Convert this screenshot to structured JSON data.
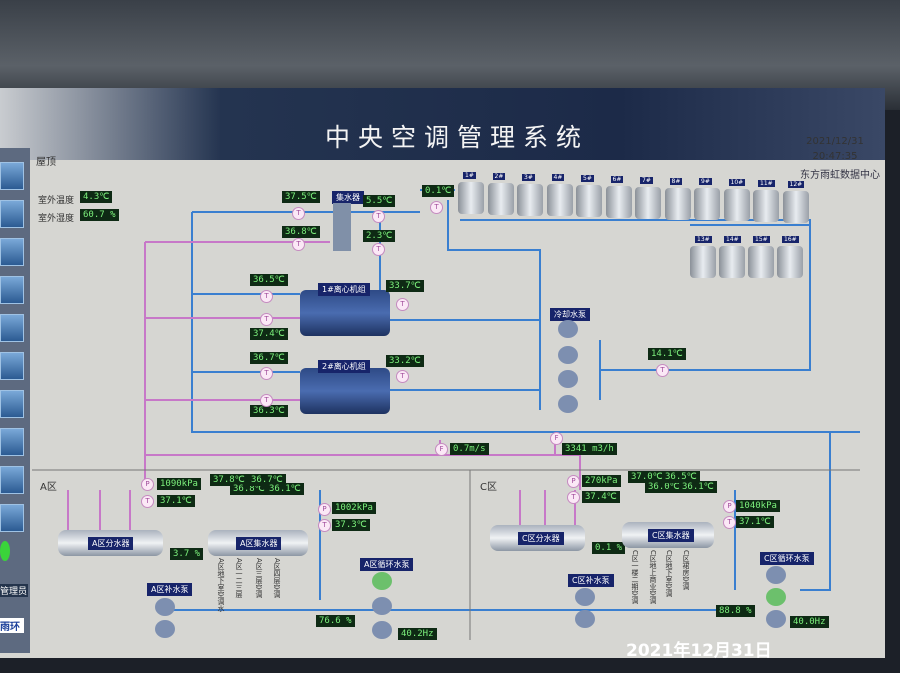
{
  "header": {
    "title": "中央空调管理系统",
    "date": "2021/12/31",
    "time": "20:47:35",
    "site": "东方雨虹数据中心"
  },
  "roof": {
    "label": "屋顶",
    "outdoor_temp_label": "室外温度",
    "outdoor_temp": "4.3℃",
    "outdoor_hum_label": "室外湿度",
    "outdoor_hum": "60.7 %",
    "collector_label": "集水器",
    "t1": "37.5℃",
    "t2": "36.8℃",
    "t3": "5.5℃",
    "t4": "2.3℃",
    "t5": "0.1℃",
    "towers": [
      "1#",
      "2#",
      "3#",
      "4#",
      "5#",
      "6#",
      "7#",
      "8#",
      "9#",
      "10#",
      "11#",
      "12#",
      "13#",
      "14#",
      "15#",
      "16#"
    ]
  },
  "chillers": [
    {
      "label": "1#离心机组",
      "in": "36.5℃",
      "out": "37.4℃",
      "cond": "33.7℃"
    },
    {
      "label": "2#离心机组",
      "in": "36.7℃",
      "out": "36.3℃",
      "cond": "33.2℃"
    }
  ],
  "cooling_pumps": {
    "label": "冷却水泵",
    "temp": "14.1℃",
    "velocity": "0.7m/s",
    "flow": "3341 m3/h"
  },
  "zone_a": {
    "label": "A区",
    "pressure": "1090kPa",
    "temp": "37.1℃",
    "divider": "A区分水器",
    "valve": "3.7 %",
    "collector": "A区集水器",
    "branch_temps": [
      "37.8℃",
      "36.8℃",
      "36.7℃",
      "36.1℃"
    ],
    "branches": [
      "A区地下室空调水",
      "A区一二三层",
      "A区三层空调",
      "A区四层空调"
    ],
    "return_pressure": "1002kPa",
    "return_temp": "37.3℃",
    "makeup": "A区补水泵",
    "circ": "A区循环水泵",
    "bypass": "76.6 %",
    "freq": "40.2Hz"
  },
  "zone_c": {
    "label": "C区",
    "pressure": "270kPa",
    "temp": "37.4℃",
    "divider": "C区分水器",
    "valve": "0.1 %",
    "collector": "C区集水器",
    "branch_temps": [
      "37.0℃",
      "36.0℃",
      "36.5℃",
      "36.1℃"
    ],
    "branches": [
      "C区一楼二期空调",
      "C区地上商业空调",
      "C区地下室空调",
      "C区裙房空调"
    ],
    "return_pressure": "1040kPa",
    "return_temp": "37.1℃",
    "makeup": "C区补水泵",
    "circ": "C区循环水泵",
    "bypass": "88.8 %",
    "freq": "40.0Hz"
  },
  "sidebar": {
    "label": "管理员",
    "logo": "雨环"
  },
  "photo_date": "2021年12月31日",
  "colors": {
    "supply": "#3a7fd0",
    "return": "#c778c8",
    "value_bg": "#0e2a14"
  }
}
